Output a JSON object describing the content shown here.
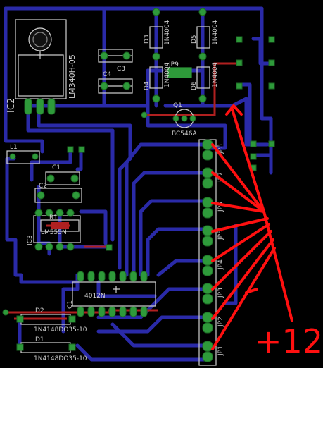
{
  "colors": {
    "board": "#000000",
    "bottom_trace": "#2a2aa8",
    "top_trace": "#b02020",
    "pad": "#2e9a3a",
    "silkscreen": "#d0d0d0",
    "annotation": "#ff1010"
  },
  "labels": {
    "ic2": "IC2",
    "ic2_part": "LM340H-05",
    "d3": "D3",
    "d3_part": "1N4004",
    "d5": "D5",
    "d5_part": "1N4004",
    "d4": "D4",
    "d4_part": "1N4004",
    "d6": "D6",
    "d6_part": "1N4004",
    "jp9": "JP9",
    "c3": "C3",
    "c4": "C4",
    "q1": "Q1",
    "q1_part": "BC546A",
    "l1": "L1",
    "c1": "C1",
    "c2": "C2",
    "r1": "R1",
    "ic3": "IC3",
    "ic3_part": "LM555N",
    "c1b": "C1",
    "ic1_part": "4012N",
    "d2": "D2",
    "d2_part": "1N4148DO35-10",
    "d1": "D1",
    "d1_part": "1N4148DO35-10",
    "jp8": "JP8",
    "jp7": "JP7",
    "jp6": "JP6",
    "jp5": "JP5",
    "jp4": "JP4",
    "jp3": "JP3",
    "jp2": "JP2",
    "jp1": "JP1"
  },
  "annotation": {
    "text": "+12"
  }
}
